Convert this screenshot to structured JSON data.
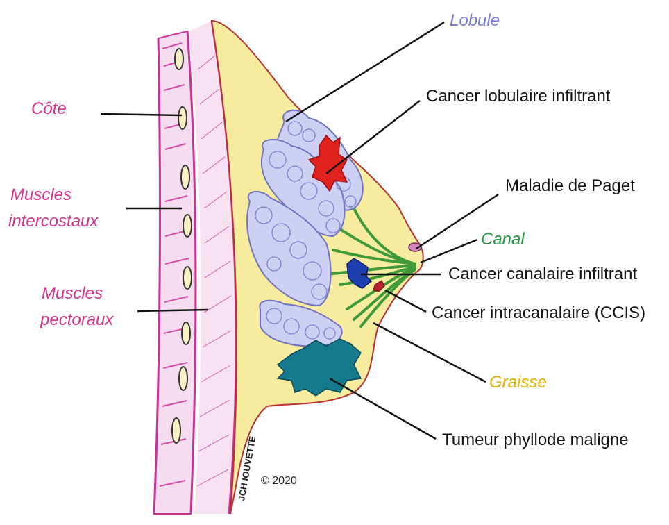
{
  "labels": {
    "lobule": "Lobule",
    "cote": "Côte",
    "cancer_lobulaire": "Cancer lobulaire infiltrant",
    "muscles_intercostaux_1": "Muscles",
    "muscles_intercostaux_2": "intercostaux",
    "maladie_paget": "Maladie de Paget",
    "canal": "Canal",
    "muscles_pectoraux_1": "Muscles",
    "muscles_pectoraux_2": "pectoraux",
    "cancer_canalaire": "Cancer canalaire infiltrant",
    "cancer_intracanalaire": "Cancer intracanalaire (CCIS)",
    "graisse": "Graisse",
    "tumeur_phyllode": "Tumeur phyllode maligne"
  },
  "signature": "JCH IOUVETTE",
  "copyright": "© 2020",
  "colors": {
    "anatomy_label": "#d6308a",
    "lobule_label": "#7b7ae0",
    "canal_label": "#1f9a3f",
    "graisse_label": "#e0b000",
    "callout_text": "#111111",
    "fat": "#f7eb9e",
    "lobule_fill": "#cdd0f2",
    "lobule_stroke": "#6f73c6",
    "duct": "#3f9a3a",
    "tumor_lobular": "#e0231e",
    "tumor_ductal": "#1f3fb0",
    "tumor_phyllodes": "#167a8f",
    "muscle": "#f3d6ee",
    "muscle_line": "#c8309a"
  }
}
